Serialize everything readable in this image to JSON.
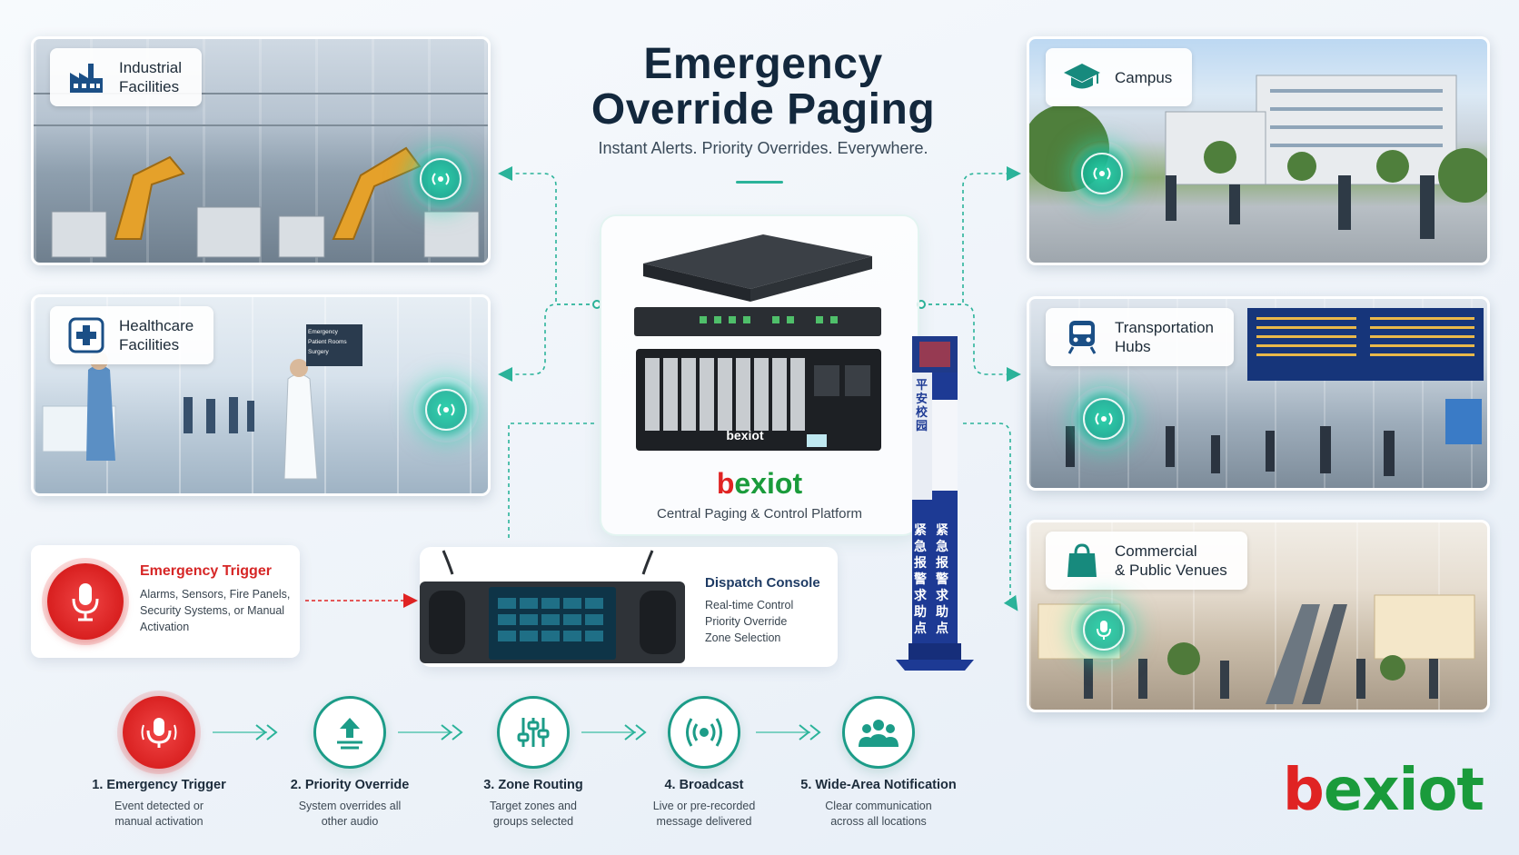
{
  "header": {
    "title_line1": "Emergency",
    "title_line2": "Override Paging",
    "subtitle": "Instant Alerts. Priority Overrides. Everywhere."
  },
  "venues": {
    "industrial": {
      "label": "Industrial\nFacilities",
      "icon": "factory-icon"
    },
    "healthcare": {
      "label": "Healthcare\nFacilities",
      "icon": "medical-cross-icon"
    },
    "campus": {
      "label": "Campus",
      "icon": "graduation-cap-icon"
    },
    "transportation": {
      "label": "Transportation\nHubs",
      "icon": "train-icon"
    },
    "commercial": {
      "label": "Commercial\n& Public Venues",
      "icon": "shopping-bag-icon"
    }
  },
  "healthcare_signs": [
    "Emergency",
    "Patient Rooms",
    "Surgery"
  ],
  "platform": {
    "brand_b": "b",
    "brand_rest": "exiot",
    "device_brand": "bexiot",
    "label": "Central Paging & Control Platform"
  },
  "trigger": {
    "title": "Emergency Trigger",
    "body": "Alarms, Sensors, Fire Panels, Security Systems, or Manual Activation"
  },
  "console": {
    "title": "Dispatch Console",
    "lines": [
      "Real-time Control",
      "Priority Override",
      "Zone Selection"
    ]
  },
  "pillar": {
    "top_text": "平安校园",
    "side_text_a": "紧急报警求助点",
    "side_text_b": "紧急报警求助点"
  },
  "steps": [
    {
      "title": "1. Emergency Trigger",
      "desc": "Event detected or\nmanual activation",
      "icon": "microphone-icon"
    },
    {
      "title": "2. Priority Override",
      "desc": "System overrides all\nother audio",
      "icon": "upload-arrow-icon"
    },
    {
      "title": "3. Zone Routing",
      "desc": "Target zones and\ngroups selected",
      "icon": "sliders-icon"
    },
    {
      "title": "4. Broadcast",
      "desc": "Live or pre-recorded\nmessage delivered",
      "icon": "broadcast-icon"
    },
    {
      "title": "5. Wide-Area Notification",
      "desc": "Clear communication\nacross all locations",
      "icon": "group-icon"
    }
  ],
  "logo": {
    "b": "b",
    "rest": "exiot"
  },
  "colors": {
    "accent_teal": "#2bb39a",
    "alert_red": "#d81f1f",
    "brand_green": "#1a9b3b",
    "brand_red": "#e02323",
    "navy": "#13283d"
  }
}
